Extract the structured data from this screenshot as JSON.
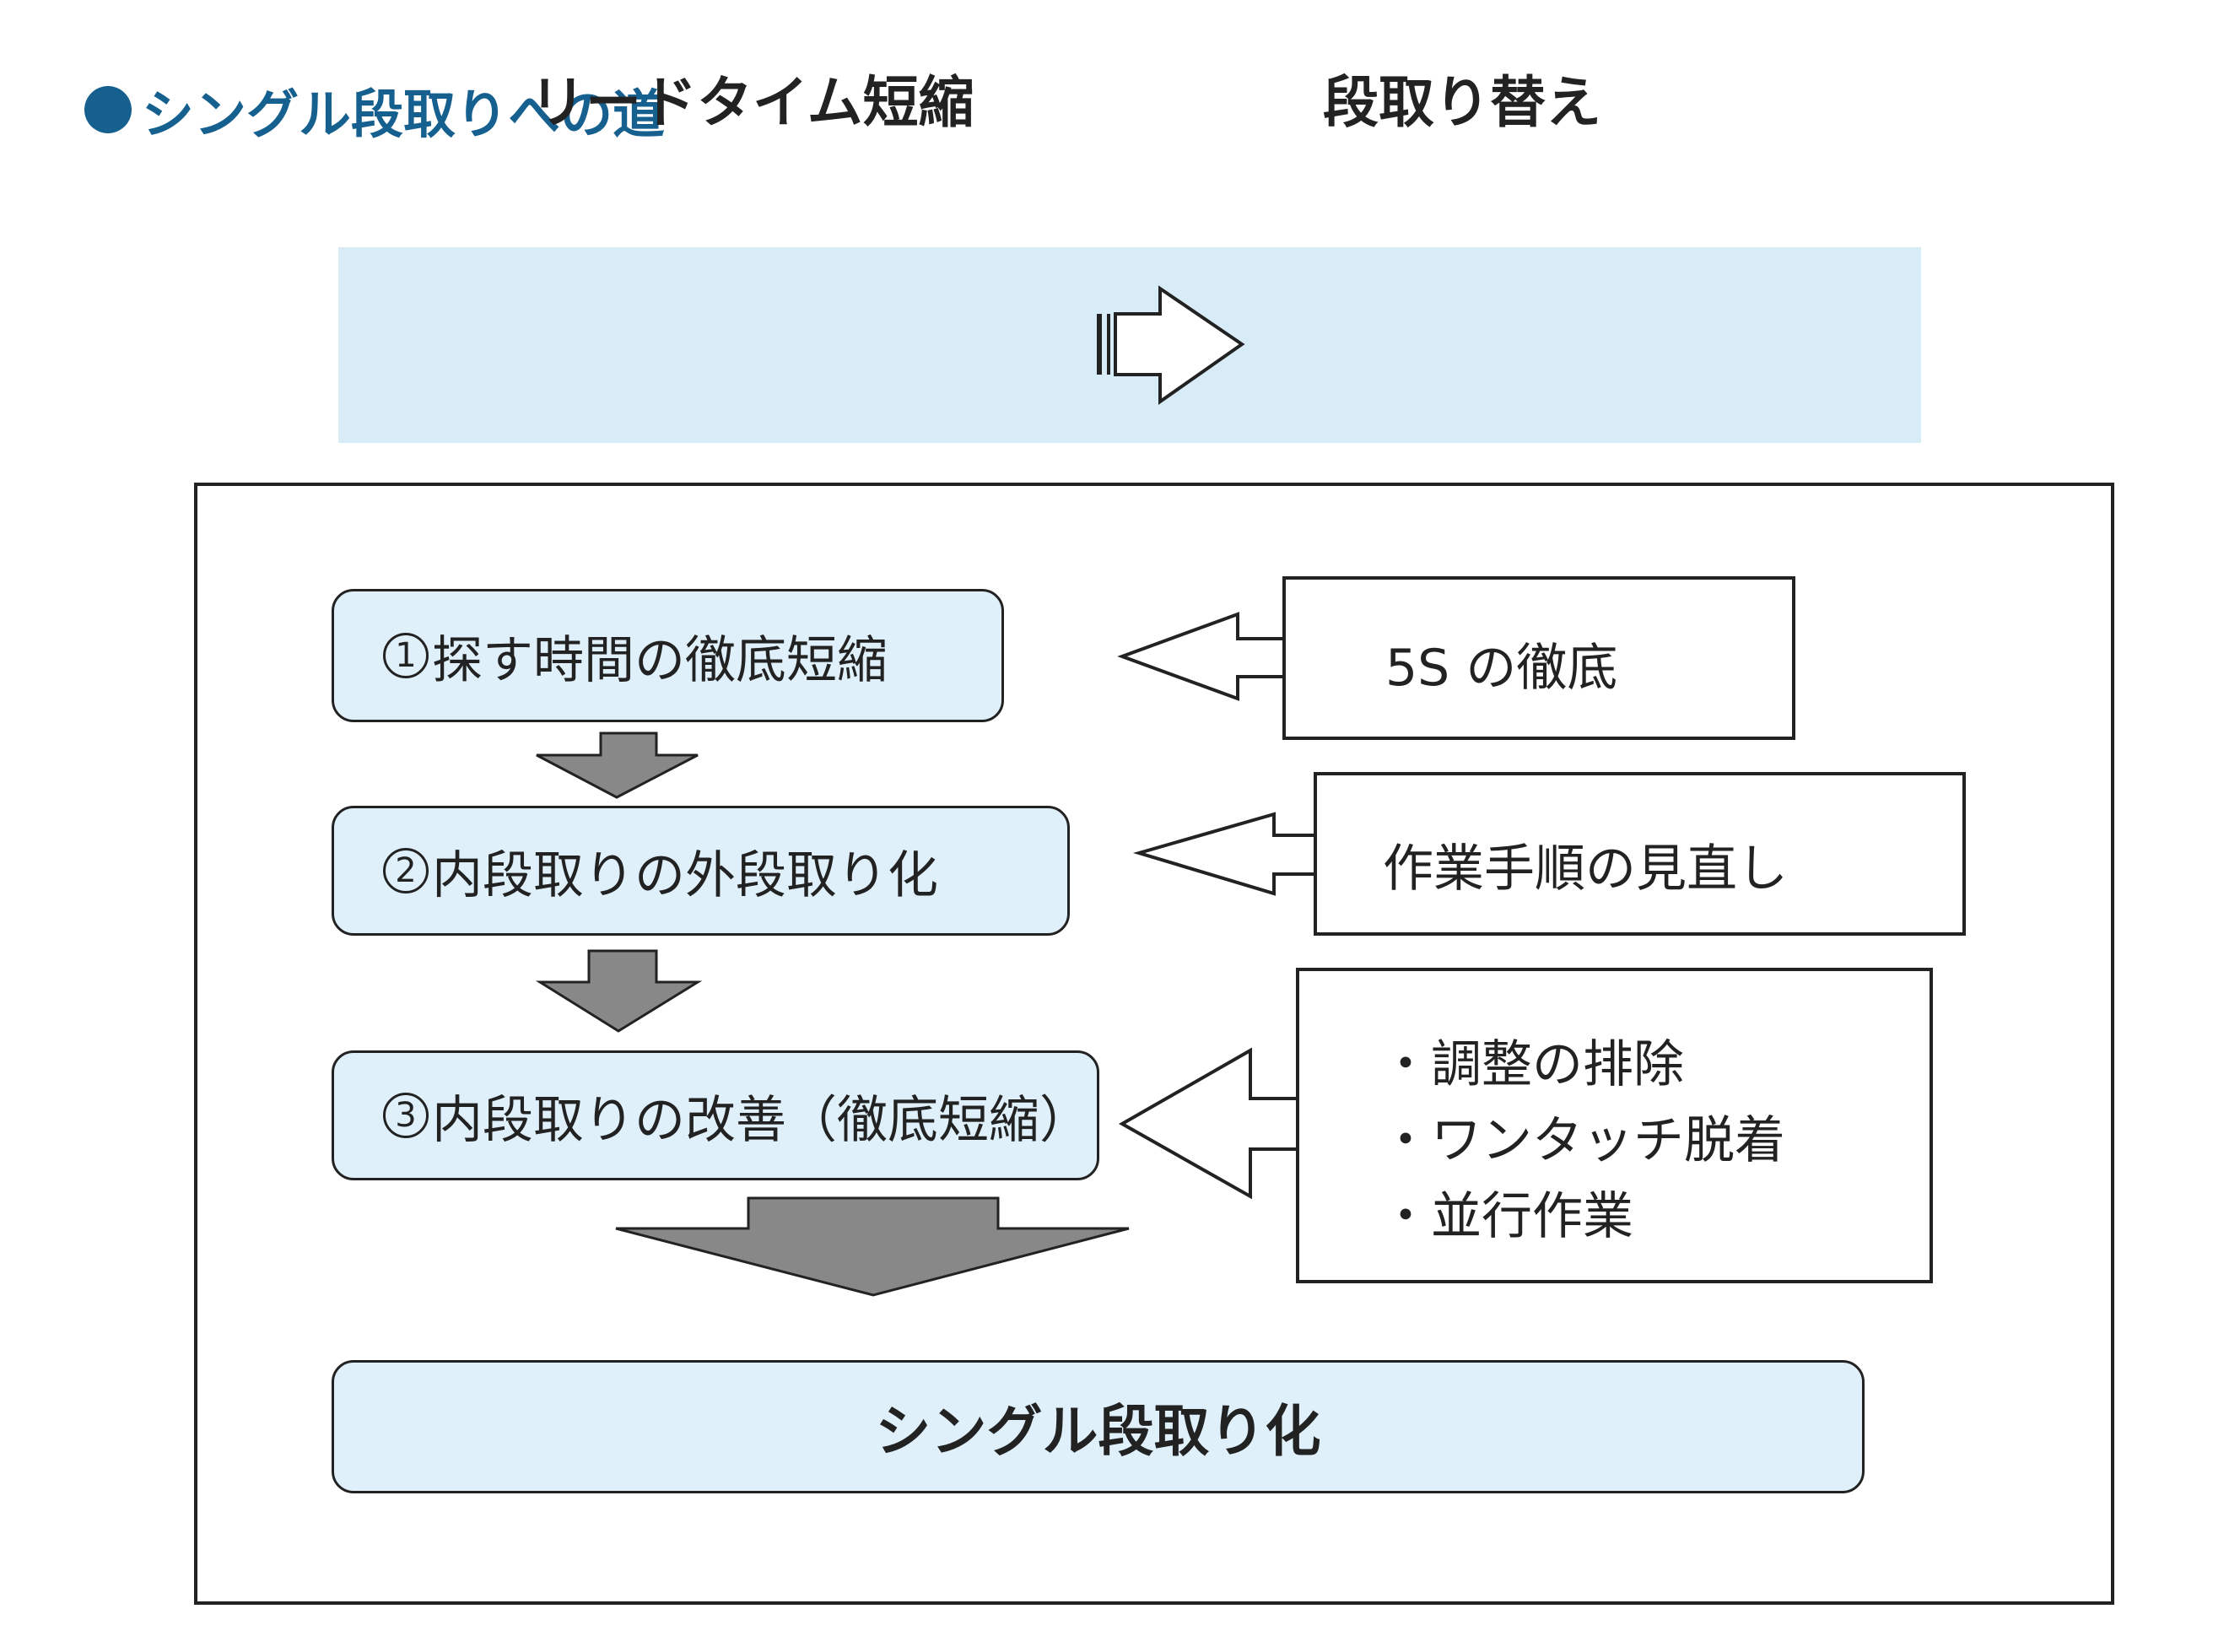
{
  "title": "シングル段取りへの道",
  "banner": {
    "left": "リードタイム短縮",
    "right": "段取り替え"
  },
  "steps": [
    {
      "num": "1",
      "label": "探す時間の徹底短縮"
    },
    {
      "num": "2",
      "label": "内段取りの外段取り化"
    },
    {
      "num": "3",
      "label": "内段取りの改善（徹底短縮）"
    }
  ],
  "result": "シングル段取り化",
  "notes": [
    {
      "lines": [
        "5S の徹底"
      ]
    },
    {
      "lines": [
        "作業手順の見直し"
      ]
    },
    {
      "lines": [
        "・調整の排除",
        "・ワンタッチ脱着",
        "・並行作業"
      ]
    }
  ],
  "colors": {
    "title": "#16608f",
    "banner_bg": "#d8ecf8",
    "box_fill": "#dff0fb",
    "down_arrow": "#888888"
  }
}
